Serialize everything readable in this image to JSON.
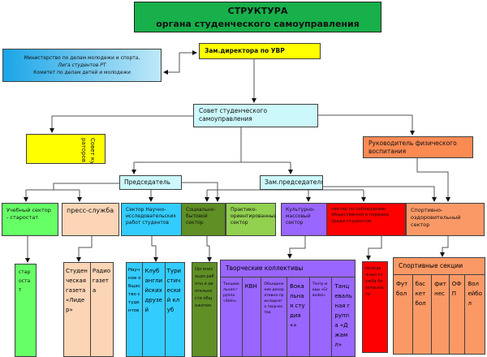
{
  "title": {
    "line1": "СТРУКТУРА",
    "line2": "органа студенческого самоуправления"
  },
  "nodes": {
    "ministry": {
      "line1": "Министерство  по делам молодежи и спорта,",
      "line2": "Лига студентов РТ",
      "line3": "Комитет по делам детей и молодежи"
    },
    "deputy_director": "Зам.директора по УВР",
    "student_council": "Совет студенческого самоуправления",
    "curators_council": "Совет кураторов",
    "pe_head": "Руководитель физического воспитания",
    "chairman": "Председатель",
    "vice_chairman": "Зам.председателя"
  },
  "sectors": [
    {
      "label": "Учебный сектор - старостат",
      "color": "#66ff66"
    },
    {
      "label": "пресс-служба",
      "color": "#fbd5b6"
    },
    {
      "label": "Сектор Научно-исследовательских работ студентов",
      "color": "#33ccff"
    },
    {
      "label": "Социально-бытовой сектор",
      "color": "#5f8f25"
    },
    {
      "label": "Прaктико-ориентированный сектор",
      "color": "#92d050"
    },
    {
      "label": "Культурно-массовый сектор",
      "color": "#9966ff"
    },
    {
      "label": "сектор по соблюдению общественного порядка среди студентов",
      "color": "#ff0000"
    },
    {
      "label": "Спортивно-оздоровительный сектор",
      "color": "#fb9966"
    }
  ],
  "subunits": {
    "starostat": "старостат",
    "press": [
      "Студенческая газета «Лидер»",
      "Радиогазета"
    ],
    "science": [
      "Научное общество студентов",
      "Клуб английских друзей",
      "Туристический клуб"
    ],
    "dorm": "Организация работы и деятельности общежития",
    "creative": {
      "header": "Творческие коллективы",
      "items": [
        "Танцевальная группа «Stels»",
        "КВН",
        "Объединение декоративно-прикладного творчества",
        "Вокальная студия «»",
        "Театр моды «Grandes»",
        "Танцевальная группа «Джамл»"
      ]
    },
    "security": "молодежная служба безопасности",
    "sports": {
      "header": "Спортивные секции",
      "items": [
        "Футбол",
        "баскетбол",
        "фитнес",
        "ОФП",
        "Волейбол"
      ]
    }
  }
}
